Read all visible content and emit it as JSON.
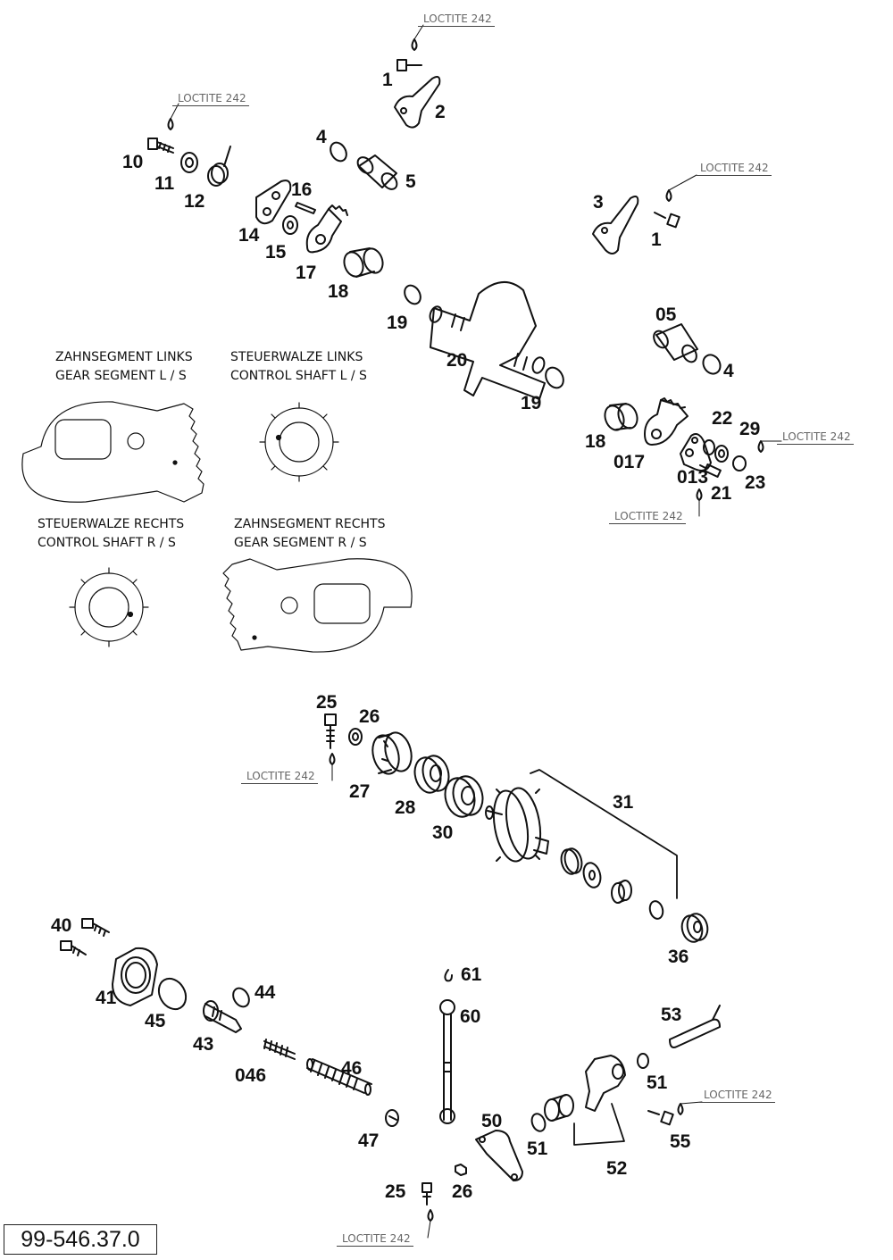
{
  "loctite_label": "LOCTITE 242",
  "document_number": "99-546.37.0",
  "insets": {
    "gear_left": {
      "line1": "ZAHNSEGMENT LINKS",
      "line2": "GEAR SEGMENT L / S"
    },
    "shaft_left": {
      "line1": "STEUERWALZE LINKS",
      "line2": "CONTROL SHAFT L / S"
    },
    "shaft_right": {
      "line1": "STEUERWALZE RECHTS",
      "line2": "CONTROL SHAFT R / S"
    },
    "gear_right": {
      "line1": "ZAHNSEGMENT RECHTS",
      "line2": "GEAR SEGMENT R / S"
    }
  },
  "part_numbers": [
    "1",
    "2",
    "4",
    "5",
    "10",
    "11",
    "12",
    "16",
    "3",
    "1",
    "14",
    "15",
    "17",
    "18",
    "19",
    "20",
    "05",
    "4",
    "19",
    "18",
    "017",
    "22",
    "29",
    "013",
    "23",
    "21",
    "25",
    "26",
    "27",
    "28",
    "30",
    "31",
    "36",
    "40",
    "41",
    "45",
    "44",
    "43",
    "61",
    "60",
    "53",
    "046",
    "46",
    "51",
    "47",
    "50",
    "51",
    "55",
    "52",
    "25",
    "26"
  ]
}
